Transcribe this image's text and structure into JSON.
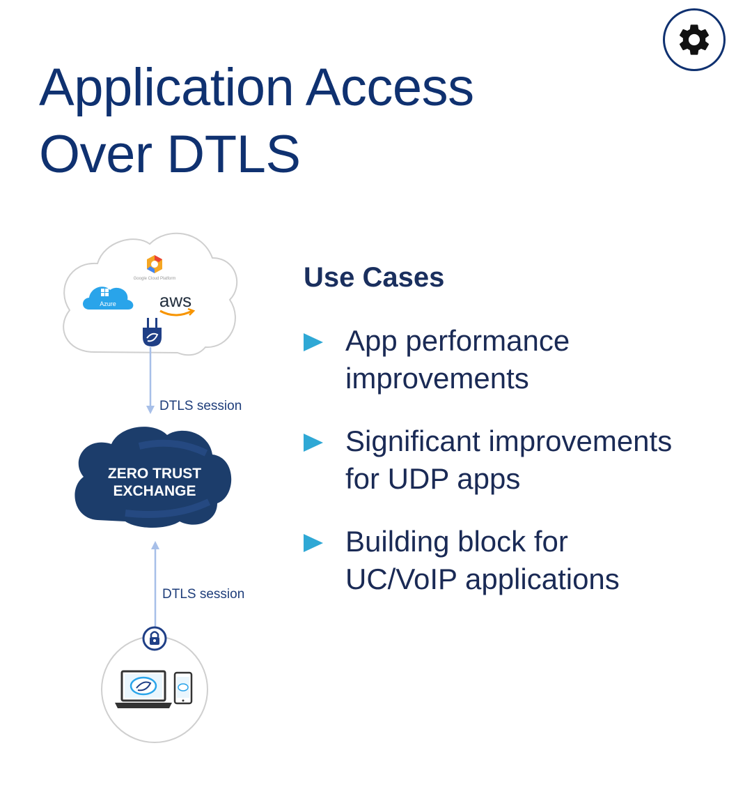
{
  "title": {
    "line1": "Application Access",
    "line2": "Over DTLS"
  },
  "use_cases": {
    "heading": "Use Cases",
    "items": [
      {
        "line1": "App performance",
        "line2": "improvements"
      },
      {
        "line1": "Significant improvements",
        "line2": "for UDP apps"
      },
      {
        "line1": "Building block for",
        "line2": "UC/VoIP applications"
      }
    ]
  },
  "diagram": {
    "cloud_providers": {
      "azure": "Azure",
      "aws": "aws",
      "google": "Google Cloud Platform"
    },
    "session_top": "DTLS session",
    "session_bottom": "DTLS session",
    "exchange": {
      "line1": "ZERO TRUST",
      "line2": "EXCHANGE"
    }
  },
  "colors": {
    "title": "#0f3170",
    "bullet": "#2fa8d5",
    "exchange_cloud": "#1c3d6b",
    "arrow": "#a7bfe8"
  },
  "icons": {
    "settings": "gear-icon",
    "connector": "plug-icon",
    "lock": "lock-icon",
    "laptop": "laptop-icon",
    "phone": "phone-icon"
  }
}
